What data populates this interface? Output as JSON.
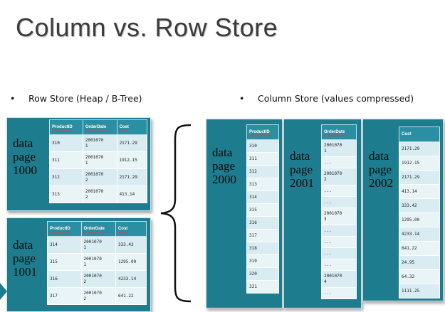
{
  "title": "Column vs. Row Store",
  "row_bullet": "Row Store (Heap / B-Tree)",
  "col_bullet": "Column Store (values compressed)",
  "bullet_char": "•",
  "row_pages": [
    {
      "label": [
        "data",
        "page",
        "1000"
      ],
      "headers": [
        "ProductID",
        "OrderDate",
        "Cost"
      ],
      "rows": [
        [
          "310",
          "2001070\n1",
          "2171.29"
        ],
        [
          "311",
          "2001070\n1",
          "1912.15"
        ],
        [
          "312",
          "2001070\n2",
          "2171.29"
        ],
        [
          "313",
          "2001070\n2",
          "413.14"
        ]
      ]
    },
    {
      "label": [
        "data",
        "page",
        "1001"
      ],
      "headers": [
        "ProductID",
        "OrderDate",
        "Cost"
      ],
      "rows": [
        [
          "314",
          "2001070\n1",
          "333.42"
        ],
        [
          "315",
          "2001070\n1",
          "1295.00"
        ],
        [
          "316",
          "2001070\n2",
          "4233.14"
        ],
        [
          "317",
          "2001070\n2",
          "641.22"
        ]
      ]
    }
  ],
  "col_pages": [
    {
      "label": [
        "data",
        "page",
        "2000"
      ],
      "header": "ProductID",
      "values": [
        "310",
        "311",
        "312",
        "313",
        "314",
        "315",
        "316",
        "317",
        "318",
        "319",
        "320",
        "321"
      ]
    },
    {
      "label": [
        "data",
        "page",
        "2001"
      ],
      "header": "OrderDate",
      "values": [
        "2001070\n1",
        "...",
        "2001070\n2",
        "...",
        "...",
        "2001070\n3",
        "...",
        "...",
        "...",
        "...",
        "2001070\n4",
        "..."
      ]
    },
    {
      "label": [
        "data",
        "page",
        "2002"
      ],
      "header": "Cost",
      "values": [
        "2171.29",
        "1912.15",
        "2171.29",
        "413.14",
        "333.42",
        "1295.00",
        "4233.14",
        "641.22",
        "24.95",
        "64.32",
        "1111.25"
      ]
    }
  ]
}
